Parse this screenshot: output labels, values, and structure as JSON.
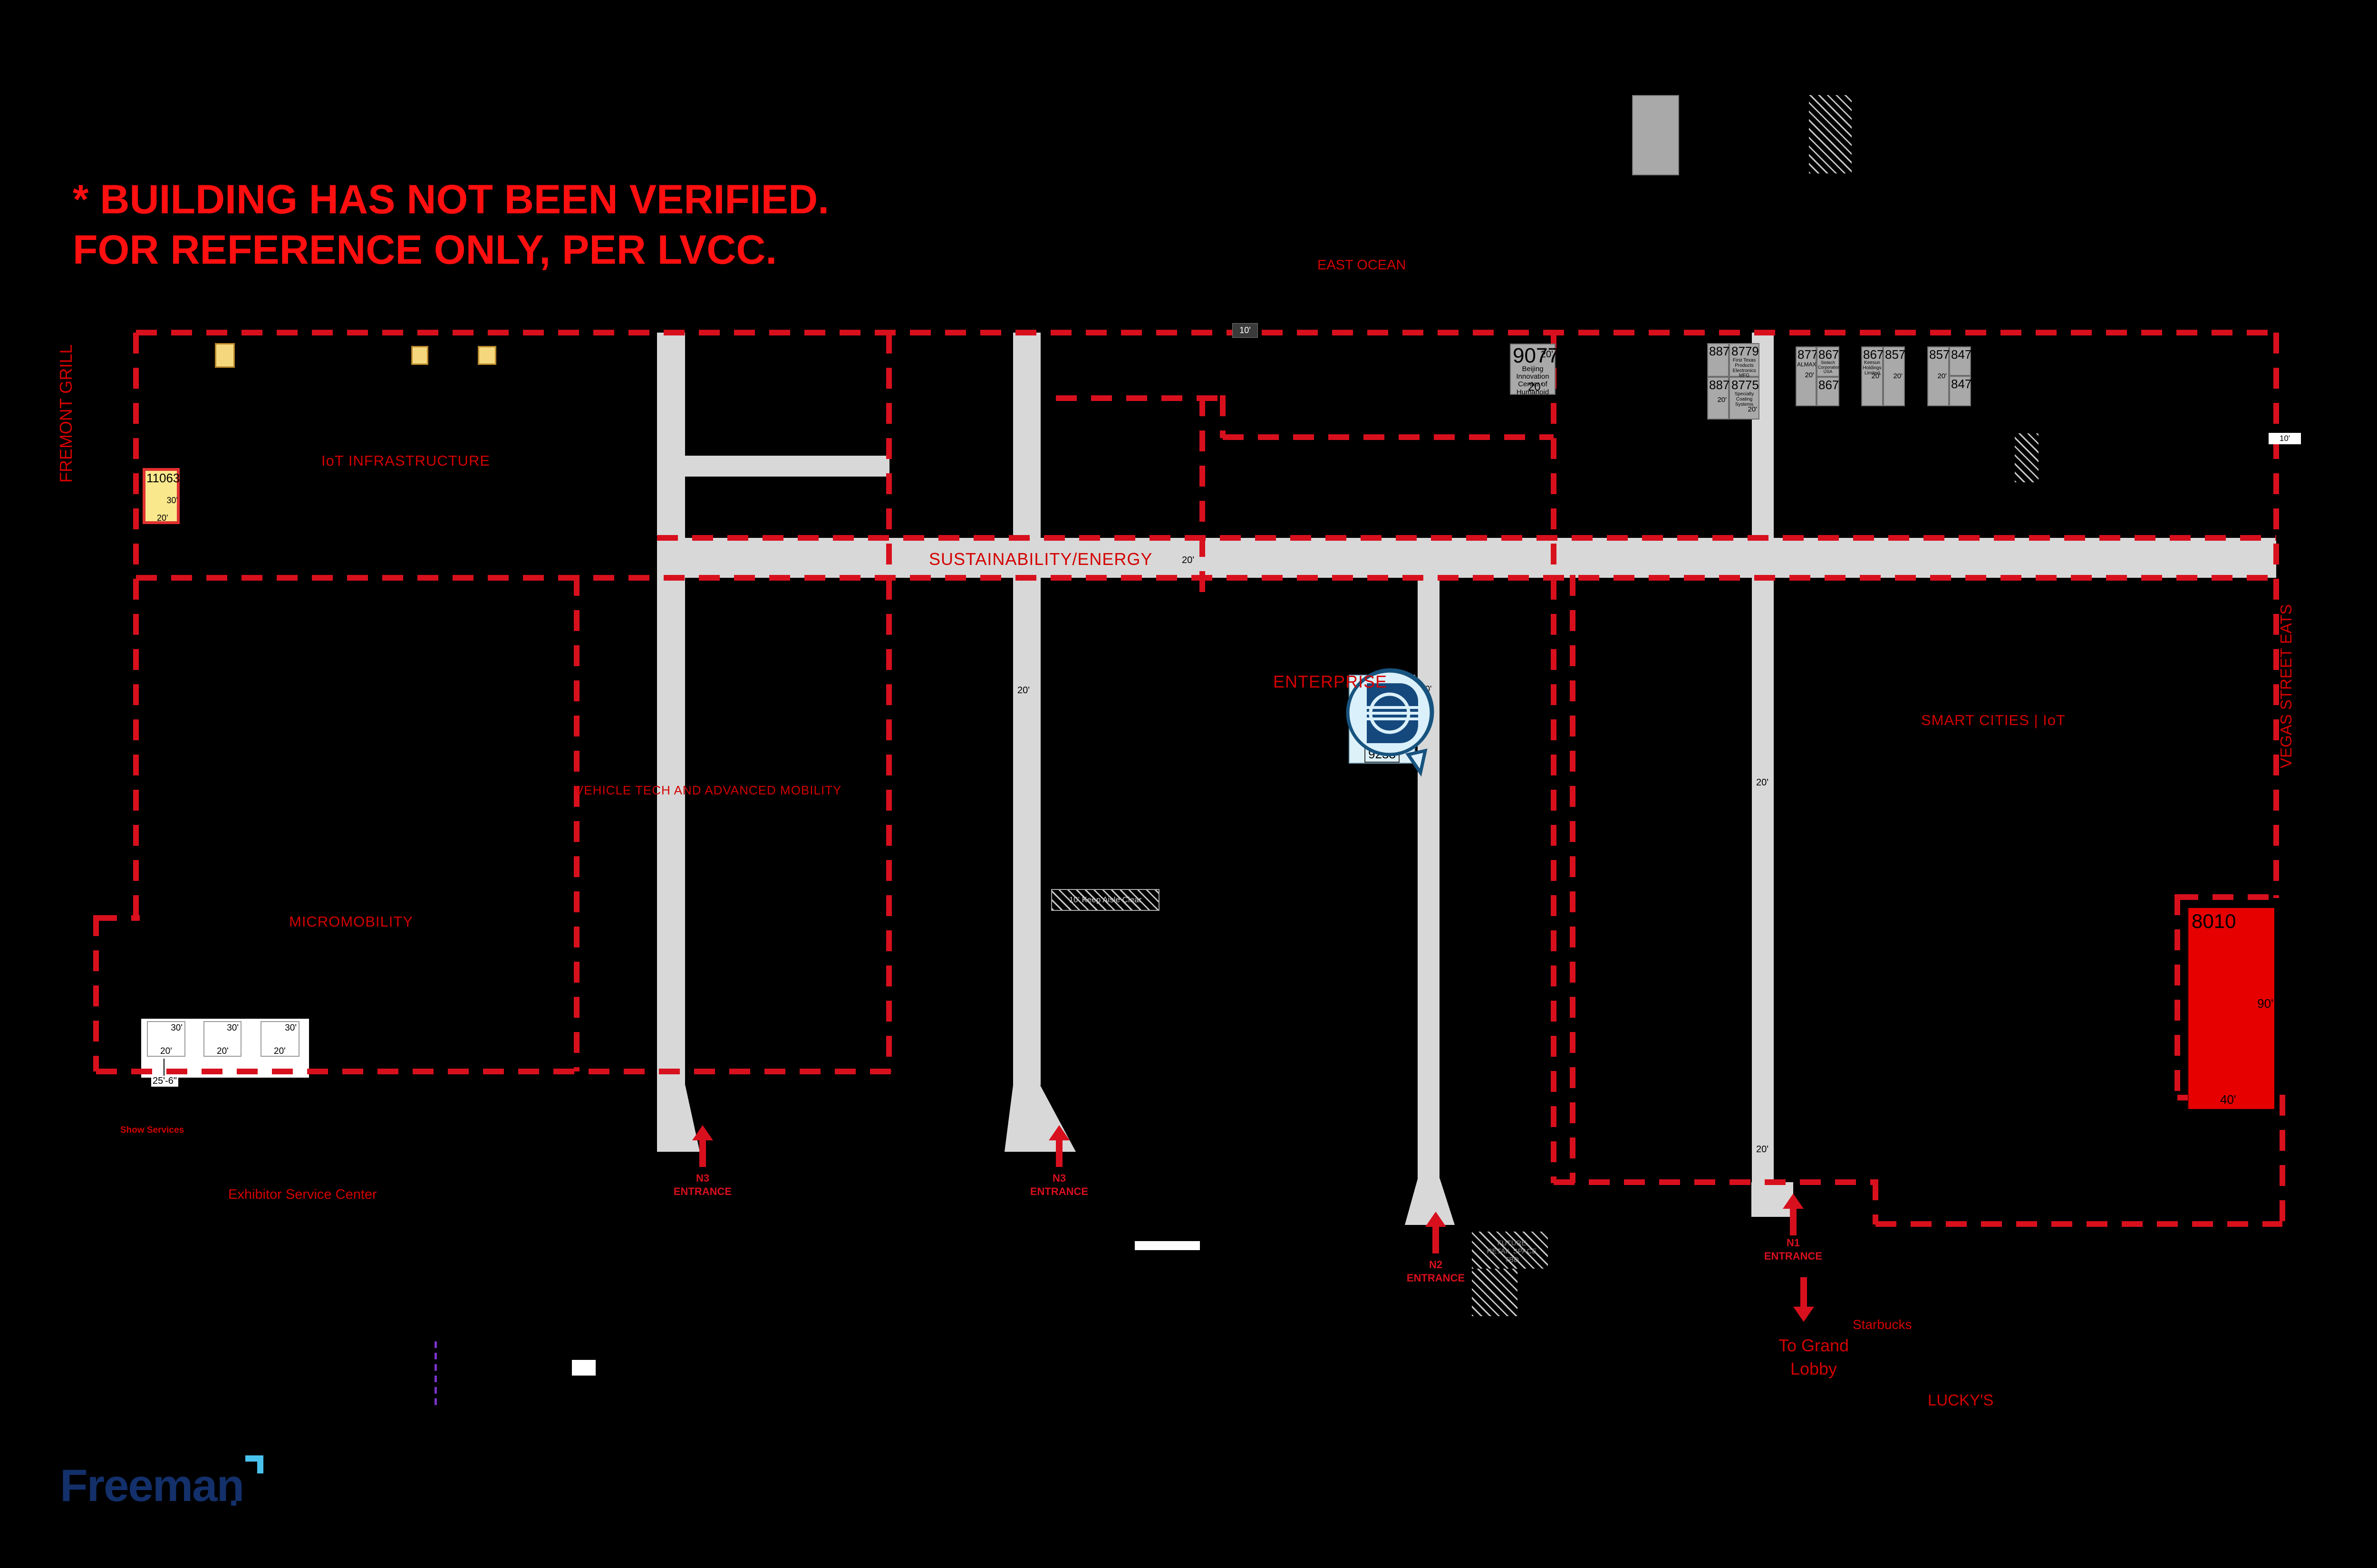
{
  "disclaimer": "* BUILDING HAS NOT BEEN VERIFIED.\n  FOR REFERENCE ONLY, PER LVCC.",
  "brand": {
    "logo_text": "Freeman"
  },
  "zones": {
    "iot_infrastructure": "IoT INFRASTRUCTURE",
    "sustainability_energy": "SUSTAINABILITY/ENERGY",
    "enterprise": "ENTERPRISE",
    "vehicle_tech": "VEHICLE TECH AND ADVANCED MOBILITY",
    "micromobility": "MICROMOBILITY",
    "smart_cities": "SMART CITIES | IoT"
  },
  "periphery": {
    "east_ocean": "EAST OCEAN",
    "fremont_grill": "FREMONT GRILL",
    "vegas_street_eats": "VEGAS STREET EATS",
    "starbucks": "Starbucks",
    "luckys": "LUCKY'S",
    "to_grand_lobby_line1": "To Grand",
    "to_grand_lobby_line2": "Lobby",
    "exhibitor_service_center": "Exhibitor Service Center",
    "show_services": "Show Services",
    "future_retail_line1": "FUTURE",
    "future_retail_line2": "RETAIL SPACE",
    "future_retail_line3": "TBD",
    "keep_aisle_clear": "10' Keep Aisle Clear"
  },
  "entrances": [
    {
      "gate": "N3",
      "word": "ENTRANCE"
    },
    {
      "gate": "N3",
      "word": "ENTRANCE"
    },
    {
      "gate": "N2",
      "word": "ENTRANCE"
    },
    {
      "gate": "N1",
      "word": "ENTRANCE"
    }
  ],
  "booths": [
    {
      "number": "9077",
      "name": "Beijing Innovation Center of Humanoid Robotics Ltd"
    },
    {
      "number": "8878",
      "name": ""
    },
    {
      "number": "8779",
      "name": "First Texas Products Electronics MFG"
    },
    {
      "number": "8874",
      "name": ""
    },
    {
      "number": "8775",
      "name": "Specialty Coating Systems"
    },
    {
      "number": "8776",
      "name": "ALMAX"
    },
    {
      "number": "8679",
      "name": "Siotech Corporation, USA"
    },
    {
      "number": "8677",
      "name": ""
    },
    {
      "number": "8676",
      "name": "Keesun Holdings Limited"
    },
    {
      "number": "8577",
      "name": ""
    },
    {
      "number": "8576",
      "name": ""
    },
    {
      "number": "8479",
      "name": ""
    },
    {
      "number": "8477",
      "name": ""
    },
    {
      "number": "8010",
      "name": ""
    },
    {
      "number": "11063",
      "name": ""
    },
    {
      "number": "9233",
      "name": ""
    }
  ],
  "dims": {
    "d10": "10'",
    "d20": "20'",
    "d30": "30'",
    "d40": "40'",
    "d90": "90'",
    "d25_6": "25'-6\""
  },
  "colors": {
    "boundary_red": "#d8101d",
    "label_red": "#d40000",
    "aisle_gray": "#d8d8d8",
    "booth_gray": "#a9a9a9",
    "highlight_booth_blue": "#ddf1f9",
    "pin_navy": "#15497d",
    "booth_8010_red": "#e60000",
    "booth_11063_yellow": "#fae88c",
    "freeman_navy": "#13306b",
    "freeman_cyan": "#49c2ee"
  }
}
